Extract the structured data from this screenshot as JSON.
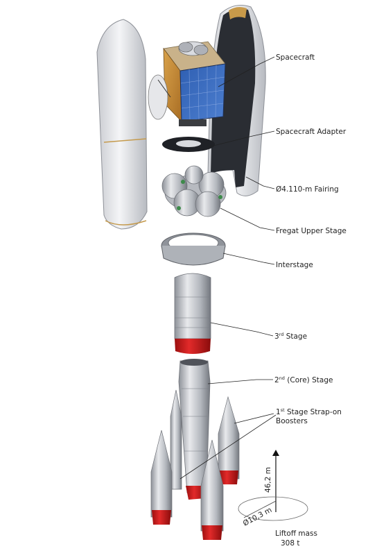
{
  "labels": {
    "spacecraft": "Spacecraft",
    "adapter": "Spacecraft Adapter",
    "fairing": "Ø4.110-m Fairing",
    "fregat": "Fregat Upper Stage",
    "interstage": "Interstage",
    "third_stage_num": "3",
    "third_stage_sup": "rd",
    "third_stage_text": " Stage",
    "second_stage_num": "2",
    "second_stage_sup": "nd",
    "second_stage_text": " (Core) Stage",
    "first_stage_num": "1",
    "first_stage_sup": "st",
    "first_stage_text": " Stage Strap-on",
    "boosters": "Boosters"
  },
  "dimensions": {
    "height": "46,2 m",
    "diameter": "Ø10,3 m",
    "liftoff_label": "Liftoff mass",
    "liftoff_value": "308 t"
  },
  "colors": {
    "fairing_light": "#ecedf0",
    "fairing_dark": "#2a2d33",
    "solar_panel": "#3b68b8",
    "gold_foil": "#c88d33",
    "stage_red": "#d11a1a",
    "steel": "#b9bcc2"
  }
}
